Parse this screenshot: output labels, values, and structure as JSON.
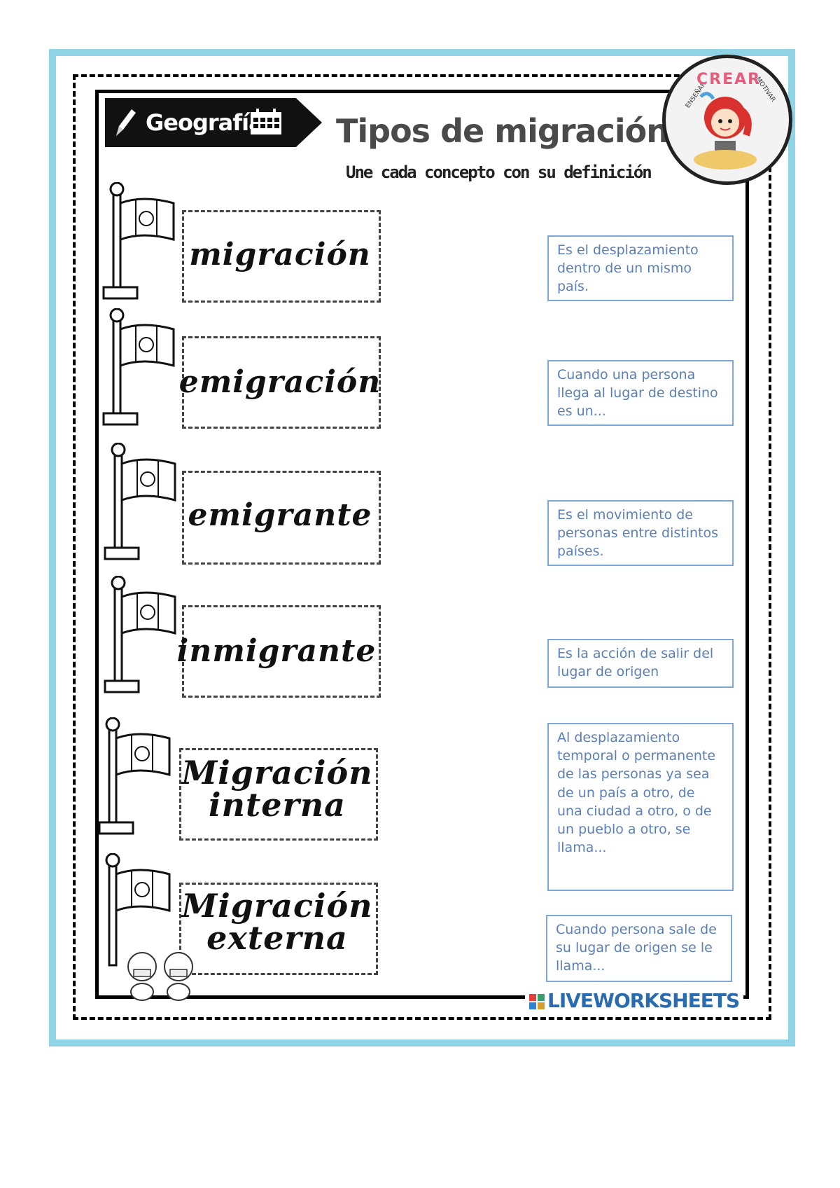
{
  "header": {
    "subject_label": "Geografía",
    "title": "Tipos de migración",
    "subtitle": "Une cada concepto con su definición"
  },
  "logo": {
    "brand": "CREAR",
    "left_word": "ENSEÑAR",
    "right_word": "MOTIVAR"
  },
  "concepts": [
    {
      "line1": "migración",
      "line2": ""
    },
    {
      "line1": "emigración",
      "line2": ""
    },
    {
      "line1": "emigrante",
      "line2": ""
    },
    {
      "line1": "inmigrante",
      "line2": ""
    },
    {
      "line1": "Migración",
      "line2": "interna"
    },
    {
      "line1": "Migración",
      "line2": "externa"
    }
  ],
  "definitions": [
    "Es el desplazamiento dentro de un mismo país.",
    "Cuando una persona llega al lugar de destino es un...",
    "Es el movimiento de personas entre distintos países.",
    "Es la acción de salir del lugar de origen",
    "Al desplazamiento temporal o permanente de las personas ya sea de un país a otro, de una ciudad a otro, o de un pueblo a otro, se llama...",
    "Cuando persona sale de su lugar de origen se le llama..."
  ],
  "footer": {
    "brand": "LIVEWORKSHEETS"
  },
  "colors": {
    "frame": "#8fd3e6",
    "definition_text": "#5a7fb8",
    "definition_border": "#7fa7d6",
    "brand_blue": "#2b6cb0"
  }
}
